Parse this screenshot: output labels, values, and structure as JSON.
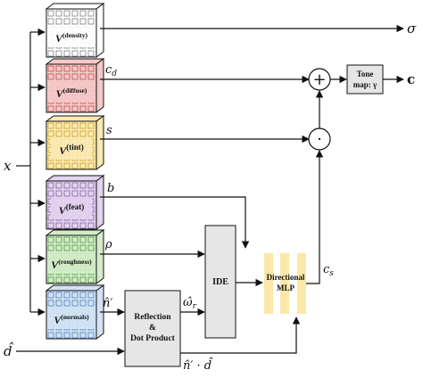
{
  "diagram": {
    "input_x": "x",
    "input_d": "d̂",
    "cubes": [
      {
        "name": "density",
        "base": "V",
        "sup": "(density)",
        "fill": "#ffffff",
        "grid": "#7f7f7f"
      },
      {
        "name": "diffuse",
        "base": "V",
        "sup": "(diffuse)",
        "fill": "#f6c9c9",
        "grid": "#c0504d"
      },
      {
        "name": "tint",
        "base": "V",
        "sup": "(tint)",
        "fill": "#fbeab3",
        "grid": "#c9a227"
      },
      {
        "name": "feat",
        "base": "V",
        "sup": "(feat)",
        "fill": "#e3d3ee",
        "grid": "#8064a2"
      },
      {
        "name": "roughness",
        "base": "V",
        "sup": "(roughness)",
        "fill": "#d3ecc9",
        "grid": "#4f9a3f"
      },
      {
        "name": "normals",
        "base": "V",
        "sup": "(normals)",
        "fill": "#d3e3f4",
        "grid": "#4f81bd"
      }
    ],
    "outputs": {
      "density": "σ",
      "diffuse": "c",
      "diffuse_sub": "d",
      "tint": "s",
      "feat": "b",
      "roughness": "ρ",
      "normals": "n̂′",
      "omega": "ω̂",
      "omega_sub": "r",
      "dot": "n̂′ · d̂",
      "specular": "c",
      "specular_sub": "s",
      "final": "c"
    },
    "boxes": {
      "reflection_line1": "Reflection",
      "reflection_line2": "&",
      "reflection_line3": "Dot Product",
      "ide": "IDE",
      "mlp_line1": "Directional",
      "mlp_line2": "MLP",
      "tone_line1": "Tone",
      "tone_line2": "map: γ"
    },
    "operators": {
      "plus": "+",
      "times": "·"
    },
    "colors": {
      "box_fill": "#e6e6e6",
      "mlp_bar": "#fbe7a8",
      "stroke": "#111111"
    }
  }
}
